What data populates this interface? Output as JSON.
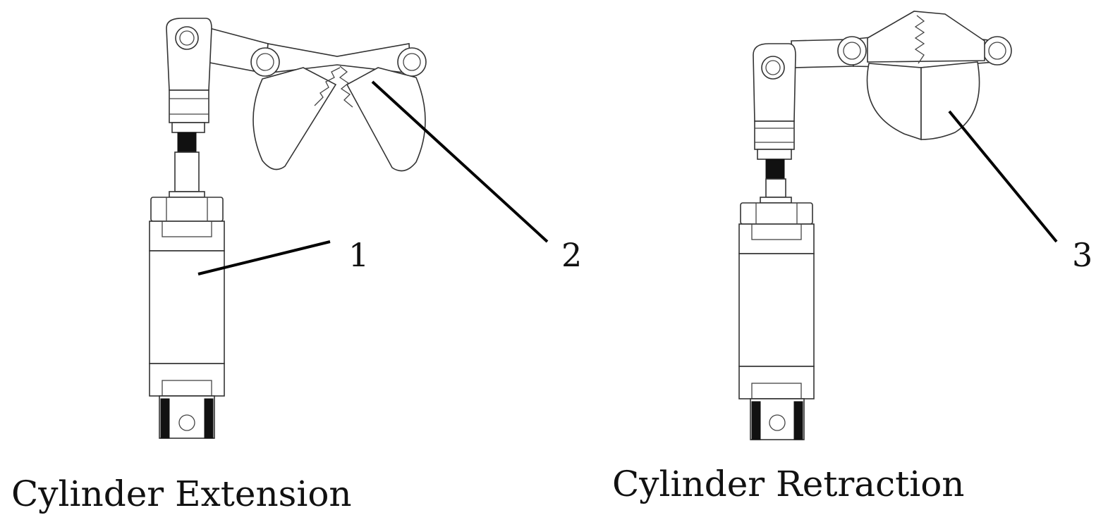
{
  "figure": {
    "left_panel": {
      "caption": "Cylinder Extension",
      "callouts": [
        "1",
        "2"
      ]
    },
    "right_panel": {
      "caption": "Cylinder Retraction",
      "callouts": [
        "3"
      ]
    }
  },
  "colors": {
    "line": "#333333",
    "leader": "#000000",
    "background": "#ffffff"
  }
}
